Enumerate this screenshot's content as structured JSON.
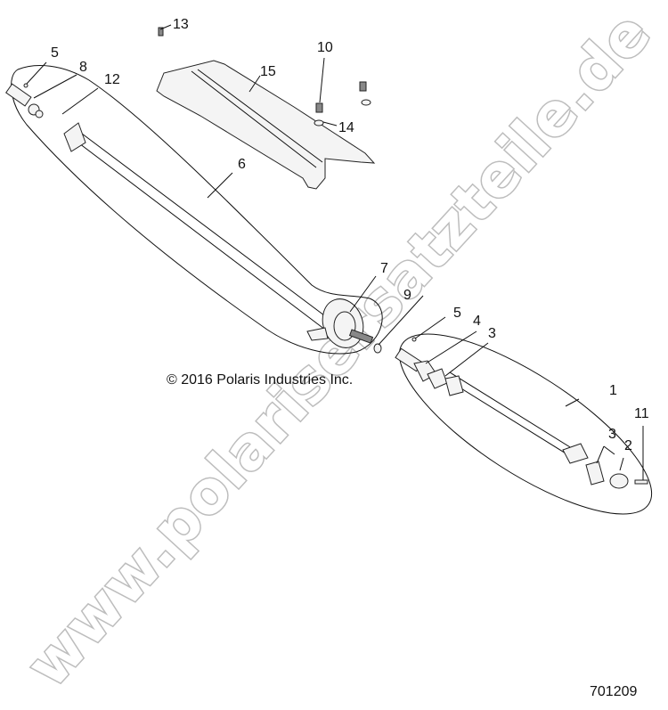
{
  "diagram": {
    "copyright": "© 2016 Polaris Industries Inc.",
    "diagram_number": "701209",
    "watermark": "www.polarisersatzteile.de",
    "callouts": [
      "13",
      "10",
      "15",
      "14",
      "5",
      "8",
      "12",
      "6",
      "7",
      "9",
      "5",
      "4",
      "3",
      "1",
      "11",
      "3",
      "2"
    ],
    "colors": {
      "line": "#111111",
      "watermark": "#bdbdbd"
    }
  }
}
